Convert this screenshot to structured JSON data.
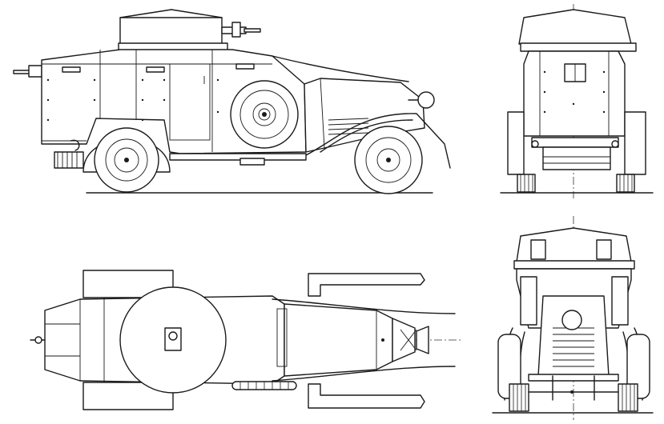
{
  "drawing": {
    "views": [
      {
        "id": "side-view",
        "label": ""
      },
      {
        "id": "front-view",
        "label": ""
      },
      {
        "id": "top-view",
        "label": ""
      },
      {
        "id": "rear-view",
        "label": ""
      }
    ],
    "line_color": "#1a1a1a",
    "background_color": "#ffffff"
  }
}
